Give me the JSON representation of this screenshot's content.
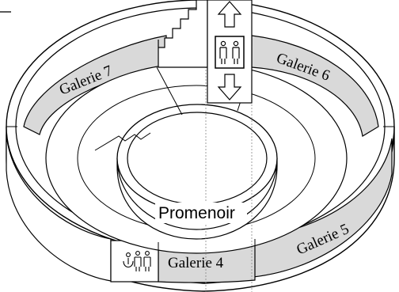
{
  "labels": {
    "galerie_7": "Galerie 7",
    "galerie_6": "Galerie 6",
    "galerie_5": "Galerie 5",
    "galerie_4": "Galerie 4",
    "promenoir": "Promenoir"
  },
  "icons": {
    "elevator": "elevator-icon",
    "elevator_up": "arrow-up-icon",
    "elevator_down": "arrow-down-icon",
    "stairs": "staircase-icon",
    "restrooms": "restroom-icon"
  },
  "colors": {
    "gallery_fill": "#d9d9d9",
    "wall_fill": "#ffffff",
    "outline": "#000000",
    "axis_line": "#888888"
  }
}
